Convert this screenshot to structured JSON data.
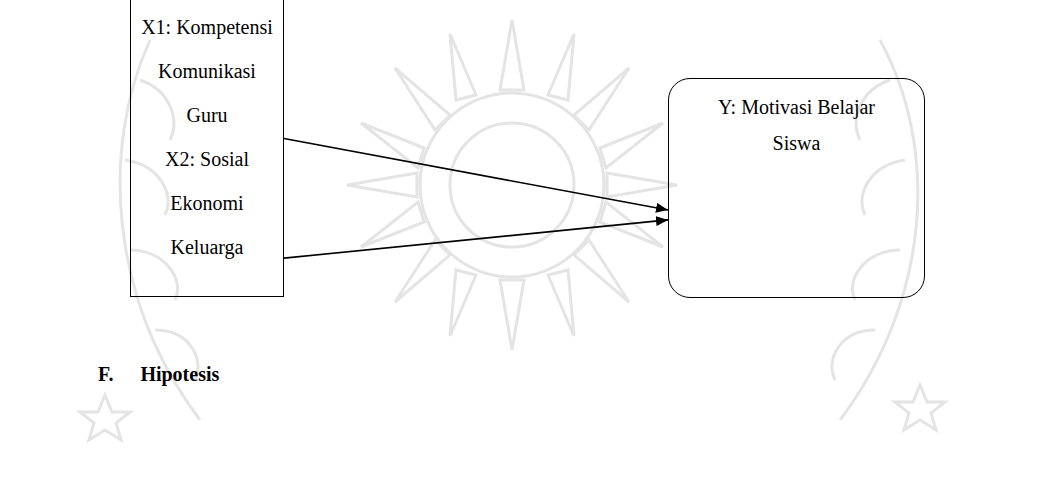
{
  "diagram": {
    "nodes": [
      {
        "text": [
          "X1: Kompetensi Komunikasi Guru",
          "X2: Sosial Ekonomi Keluarga"
        ]
      },
      {
        "text": [
          "Y: Motivasi Belajar Siswa"
        ]
      }
    ],
    "edges": [
      {
        "from": 0,
        "to": 1,
        "arrow": "to"
      },
      {
        "from": 0,
        "to": 1,
        "arrow": "to"
      }
    ],
    "labels": [
      "F. Hipotesis"
    ]
  }
}
